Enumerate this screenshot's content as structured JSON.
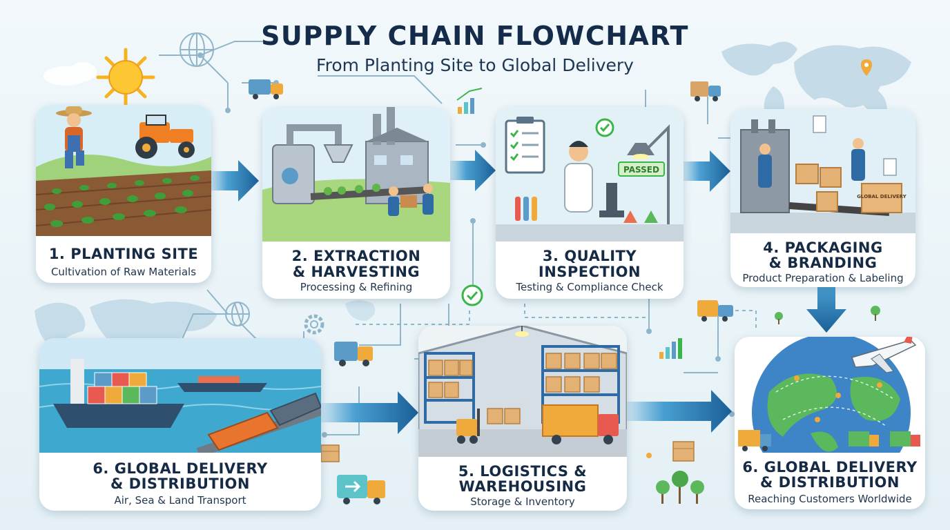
{
  "header": {
    "title": "SUPPLY CHAIN FLOWCHART",
    "subtitle": "From Planting Site to Global Delivery"
  },
  "steps": [
    {
      "title_line1": "1. PLANTING SITE",
      "title_line2": "",
      "subtitle": "Cultivation of Raw Materials"
    },
    {
      "title_line1": "2. EXTRACTION",
      "title_line2": "& HARVESTING",
      "subtitle": "Processing & Refining"
    },
    {
      "title_line1": "3. QUALITY",
      "title_line2": "INSPECTION",
      "subtitle": "Testing & Compliance Check",
      "badge": "PASSED"
    },
    {
      "title_line1": "4. PACKAGING",
      "title_line2": "& BRANDING",
      "subtitle": "Product Preparation & Labeling",
      "box_label": "GLOBAL DELIVERY"
    },
    {
      "title_line1": "6. GLOBAL DELIVERY",
      "title_line2": "& DISTRIBUTION",
      "subtitle": "Reaching Customers Worldwide"
    },
    {
      "title_line1": "5. LOGISTICS &",
      "title_line2": "WAREHOUSING",
      "subtitle": "Storage & Inventory"
    },
    {
      "title_line1": "6. GLOBAL DELIVERY",
      "title_line2": "& DISTRIBUTION",
      "subtitle": "Air, Sea & Land Transport"
    }
  ],
  "colors": {
    "arrow": "#1f6fa8",
    "title": "#142c4a",
    "connector": "#8fb6c8",
    "check": "#3bb54a"
  }
}
